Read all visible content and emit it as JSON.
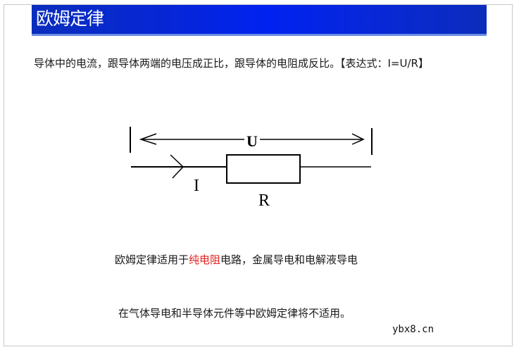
{
  "slide": {
    "title": "欧姆定律",
    "definition": "导体中的电流，跟导体两端的电压成正比，跟导体的电阻成反比。【表达式：I=U/R】",
    "applicability": {
      "prefix": "欧姆定律适用于",
      "highlight": "纯电阻",
      "suffix": "电路，金属导电和电解液导电"
    },
    "limitation": "在气体导电和半导体元件等中欧姆定律将不适用。",
    "watermark": "ybx8.cn"
  },
  "diagram": {
    "voltage_label": "U",
    "current_label": "I",
    "resistor_label": "R"
  },
  "colors": {
    "title_bar": "#0022f0",
    "title_text": "#ffffff",
    "highlight": "#e0201c",
    "body_text": "#1a1a1a"
  }
}
